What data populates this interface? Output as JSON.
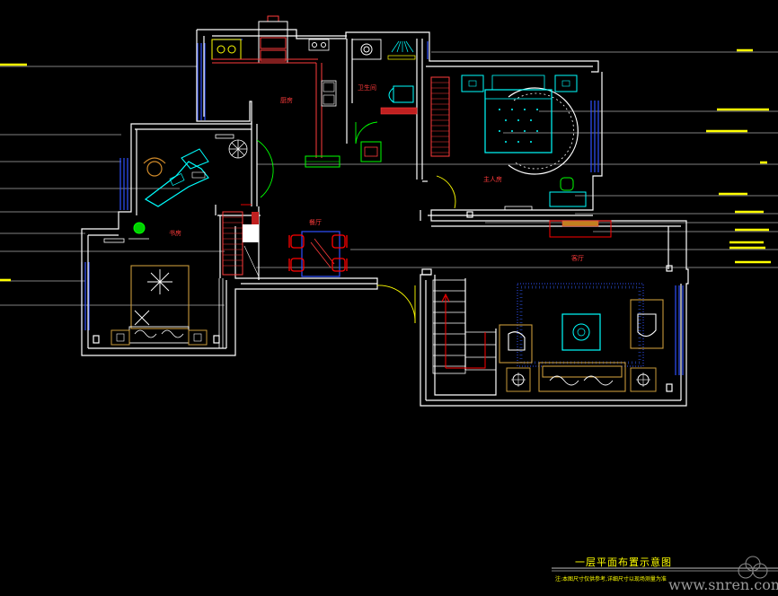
{
  "drawing": {
    "title": "一层平面布置示意图",
    "note": "注:本图尺寸仅供参考,详细尺寸以现场测量为准",
    "watermark": "www.snren.com"
  },
  "rooms": {
    "kitchen": "厨房",
    "bathroom": "卫生间",
    "master_bedroom": "主人房",
    "study": "书房",
    "dining": "餐厅",
    "living": "客厅"
  },
  "colors": {
    "wall": "#ffffff",
    "callout": "#ffff00",
    "furniture": "#00ffff",
    "chairs": "#ff0000",
    "window": "#3050ff",
    "plant": "#00ff00",
    "rug_outline": "#c89a3a",
    "appliance": "#ff00ff"
  }
}
